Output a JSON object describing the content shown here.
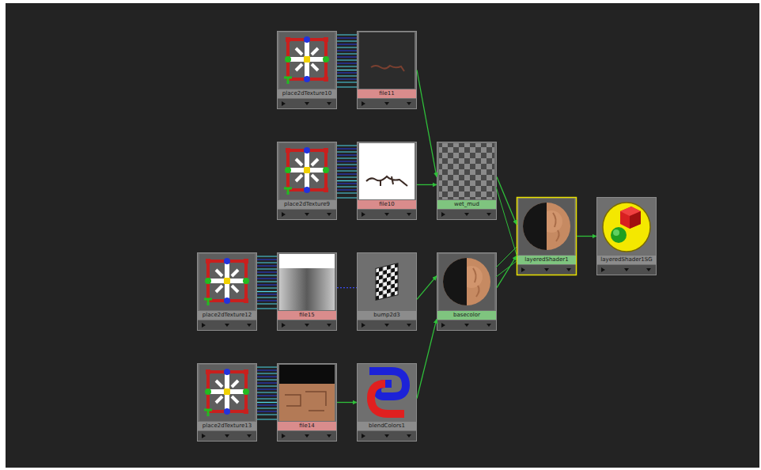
{
  "diagram": {
    "nodes": [
      {
        "text": [
          "place2dTexture10"
        ]
      },
      {
        "text": [
          "file11"
        ]
      },
      {
        "text": [
          "place2dTexture9"
        ]
      },
      {
        "text": [
          "file10"
        ]
      },
      {
        "text": [
          "wet_mud"
        ]
      },
      {
        "text": [
          "layeredShader1"
        ]
      },
      {
        "text": [
          "layeredShader1SG"
        ]
      },
      {
        "text": [
          "place2dTexture12"
        ]
      },
      {
        "text": [
          "file15"
        ]
      },
      {
        "text": [
          "bump2d3"
        ]
      },
      {
        "text": [
          "basecolor"
        ]
      },
      {
        "text": [
          "place2dTexture13"
        ]
      },
      {
        "text": [
          "file14"
        ]
      },
      {
        "text": [
          "blendColors1"
        ]
      }
    ],
    "edges": [
      {
        "from": 0,
        "to": 1,
        "arrow": "none"
      },
      {
        "from": 2,
        "to": 3,
        "arrow": "none"
      },
      {
        "from": 1,
        "to": 4,
        "arrow": "to"
      },
      {
        "from": 3,
        "to": 4,
        "arrow": "to"
      },
      {
        "from": 4,
        "to": 5,
        "arrow": "to"
      },
      {
        "from": 10,
        "to": 5,
        "arrow": "to"
      },
      {
        "from": 5,
        "to": 6,
        "arrow": "to"
      },
      {
        "from": 7,
        "to": 8,
        "arrow": "none"
      },
      {
        "from": 8,
        "to": 9,
        "arrow": "none"
      },
      {
        "from": 9,
        "to": 10,
        "arrow": "to"
      },
      {
        "from": 13,
        "to": 10,
        "arrow": "to"
      },
      {
        "from": 11,
        "to": 12,
        "arrow": "none"
      },
      {
        "from": 12,
        "to": 13,
        "arrow": "to"
      }
    ]
  }
}
